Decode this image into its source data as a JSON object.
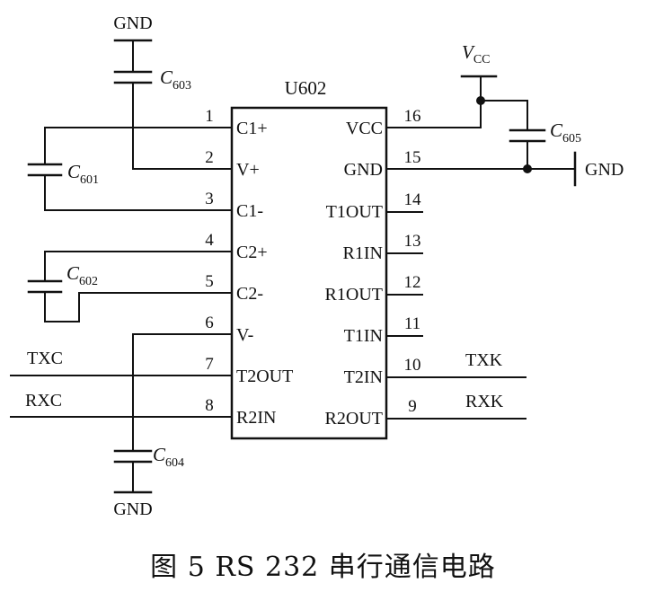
{
  "chip": {
    "name": "U602",
    "left_pins": [
      {
        "num": "1",
        "name": "C1+"
      },
      {
        "num": "2",
        "name": "V+"
      },
      {
        "num": "3",
        "name": "C1-"
      },
      {
        "num": "4",
        "name": "C2+"
      },
      {
        "num": "5",
        "name": "C2-"
      },
      {
        "num": "6",
        "name": "V-"
      },
      {
        "num": "7",
        "name": "T2OUT"
      },
      {
        "num": "8",
        "name": "R2IN"
      }
    ],
    "right_pins": [
      {
        "num": "16",
        "name": "VCC"
      },
      {
        "num": "15",
        "name": "GND"
      },
      {
        "num": "14",
        "name": "T1OUT"
      },
      {
        "num": "13",
        "name": "R1IN"
      },
      {
        "num": "12",
        "name": "R1OUT"
      },
      {
        "num": "11",
        "name": "T1IN"
      },
      {
        "num": "10",
        "name": "T2IN"
      },
      {
        "num": "9",
        "name": "R2OUT"
      }
    ]
  },
  "capacitors": {
    "c601": {
      "letter": "C",
      "sub": "601"
    },
    "c602": {
      "letter": "C",
      "sub": "602"
    },
    "c603": {
      "letter": "C",
      "sub": "603"
    },
    "c604": {
      "letter": "C",
      "sub": "604"
    },
    "c605": {
      "letter": "C",
      "sub": "605"
    }
  },
  "power": {
    "vcc_letter": "V",
    "vcc_sub": "CC",
    "gnd_top": "GND",
    "gnd_right": "GND",
    "gnd_bottom": "GND"
  },
  "signals": {
    "txc": "TXC",
    "rxc": "RXC",
    "txk": "TXK",
    "rxk": "RXK"
  },
  "caption": "图 5   RS 232 串行通信电路"
}
